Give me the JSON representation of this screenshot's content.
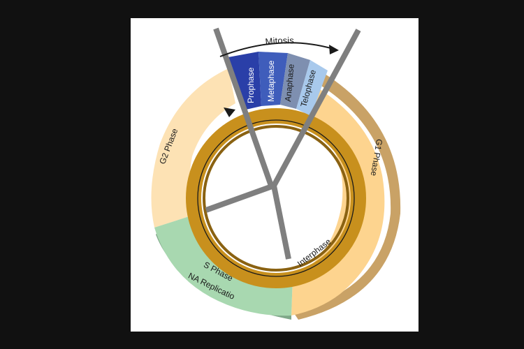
{
  "diagram": {
    "title": "Mitosis",
    "cycle_label": "Interphase",
    "phases": {
      "g1": "G1 Phase",
      "g2": "G2 Phase",
      "s_line1": "S Phase",
      "s_line2": "DNA Replication"
    },
    "mitosis_stages": [
      "Prophase",
      "Metaphase",
      "Anaphase",
      "Telophase"
    ],
    "colors": {
      "background": "#111111",
      "panel": "#ffffff",
      "g1": "#fdd48f",
      "g1_shadow": "#c9a266",
      "g2": "#fde2b4",
      "s_phase": "#a8d8b0",
      "s_shadow": "#7fa889",
      "inner_ring": "#c8901d",
      "inner_ring_dark": "#8a6212",
      "prophase": "#2a3fa8",
      "metaphase": "#3f5dbb",
      "anaphase": "#7e8fb0",
      "telophase": "#a8c9ec",
      "spindle": "#7f7f7f"
    }
  }
}
